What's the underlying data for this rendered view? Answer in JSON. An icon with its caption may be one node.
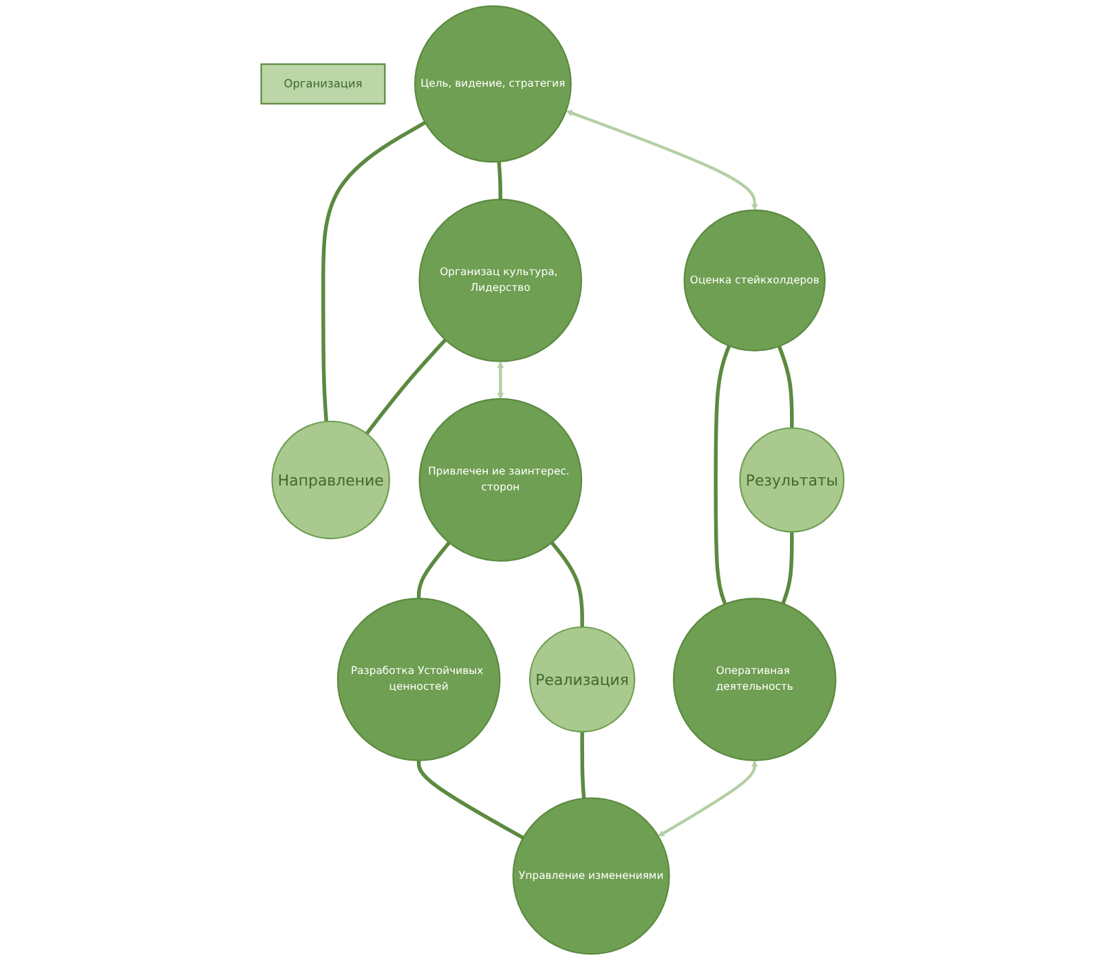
{
  "diagram": {
    "nodes": [
      {
        "text": [
          "Направление"
        ]
      },
      {
        "text": [
          "Результаты"
        ]
      },
      {
        "text": [
          "Реализация"
        ]
      },
      {
        "text": [
          "Организация"
        ]
      },
      {
        "text": [
          "Цель, видение, стратегия"
        ]
      },
      {
        "text": [
          "Организац культура, Лидерство"
        ]
      },
      {
        "text": [
          "Привлечен ие заинтерес. сторон"
        ]
      },
      {
        "text": [
          "Разработка Устойчивых ценностей"
        ]
      },
      {
        "text": [
          "Управление изменениями"
        ]
      },
      {
        "text": [
          "Оценка стейкхолдеров"
        ]
      },
      {
        "text": [
          "Оперативная деятельность"
        ]
      }
    ],
    "edges": [
      {
        "from": 4,
        "to": 5,
        "arrow": "none"
      },
      {
        "from": 4,
        "to": 0,
        "arrow": "none"
      },
      {
        "from": 5,
        "to": 0,
        "arrow": "none"
      },
      {
        "from": 5,
        "to": 6,
        "arrow": "both",
        "color": "#b5cfa4"
      },
      {
        "from": 4,
        "to": 9,
        "arrow": "both",
        "color": "#b5cfa4"
      },
      {
        "from": 6,
        "to": 2,
        "arrow": "none"
      },
      {
        "from": 6,
        "to": 7,
        "arrow": "none"
      },
      {
        "from": 9,
        "to": 1,
        "arrow": "none"
      },
      {
        "from": 9,
        "to": 10,
        "arrow": "none"
      },
      {
        "from": 7,
        "to": 8,
        "arrow": "none"
      },
      {
        "from": 2,
        "to": 8,
        "arrow": "none"
      },
      {
        "from": 1,
        "to": 10,
        "arrow": "none"
      },
      {
        "from": 10,
        "to": 8,
        "arrow": "both",
        "color": "#b5cfa4"
      }
    ]
  }
}
